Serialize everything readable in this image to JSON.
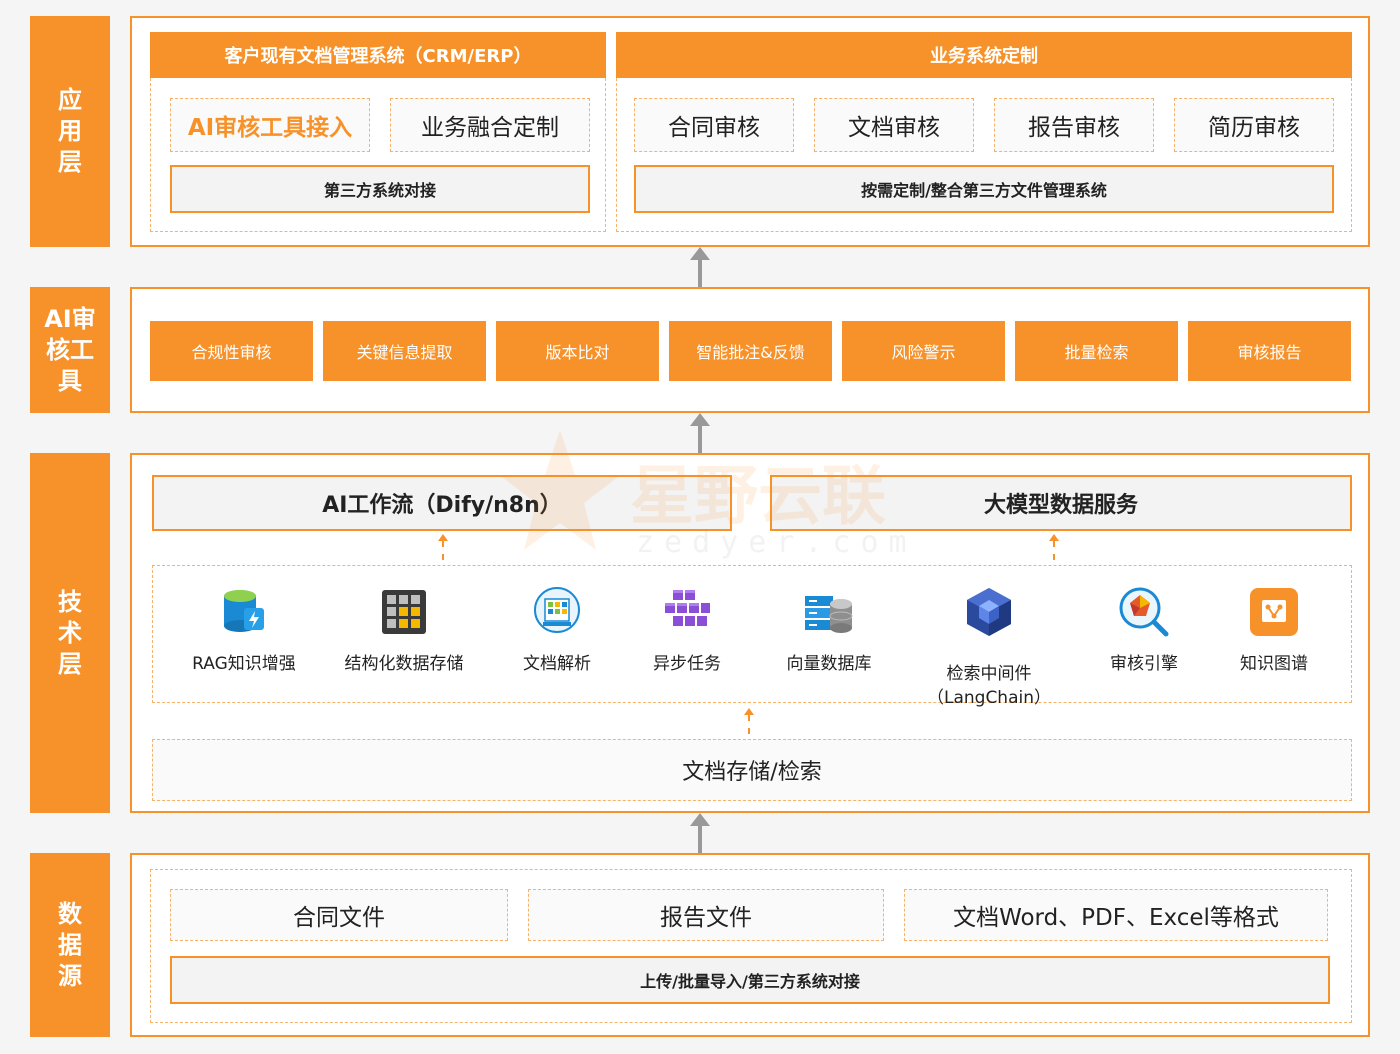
{
  "layers": {
    "application": "应用层",
    "ai_tools": "AI审核工具",
    "tech": "技术层",
    "data_source": "数据源"
  },
  "application": {
    "left_header": "客户现有文档管理系统（CRM/ERP）",
    "left_buttons": [
      "AI审核工具接入",
      "业务融合定制"
    ],
    "left_bar": "第三方系统对接",
    "right_header": "业务系统定制",
    "right_buttons": [
      "合同审核",
      "文档审核",
      "报告审核",
      "简历审核"
    ],
    "right_bar": "按需定制/整合第三方文件管理系统"
  },
  "ai_tools": {
    "items": [
      "合规性审核",
      "关键信息提取",
      "版本比对",
      "智能批注&反馈",
      "风险警示",
      "批量检索",
      "审核报告"
    ]
  },
  "tech": {
    "workflow": "AI工作流（Dify/n8n）",
    "model_service": "大模型数据服务",
    "components": [
      {
        "label": "RAG知识增强",
        "icon": "database-icon"
      },
      {
        "label": "结构化数据存储",
        "icon": "grid-table-icon"
      },
      {
        "label": "文档解析",
        "icon": "document-parse-icon"
      },
      {
        "label": "异步任务",
        "icon": "cubes-icon"
      },
      {
        "label": "向量数据库",
        "icon": "vector-db-icon"
      },
      {
        "label": "检索中间件\n（LangChain）",
        "icon": "cube-stack-icon"
      },
      {
        "label": "审核引擎",
        "icon": "magnifier-engine-icon"
      },
      {
        "label": "知识图谱",
        "icon": "knowledge-graph-icon"
      }
    ],
    "storage": "文档存储/检索"
  },
  "data_source": {
    "buttons": [
      "合同文件",
      "报告文件",
      "文档Word、PDF、Excel等格式"
    ],
    "bar": "上传/批量导入/第三方系统对接"
  },
  "watermark": {
    "title": "星野云联",
    "subtitle": "zedyer.com"
  },
  "colors": {
    "accent": "#f7922a",
    "dashed": "#f7b36a",
    "arrow": "#999999"
  }
}
